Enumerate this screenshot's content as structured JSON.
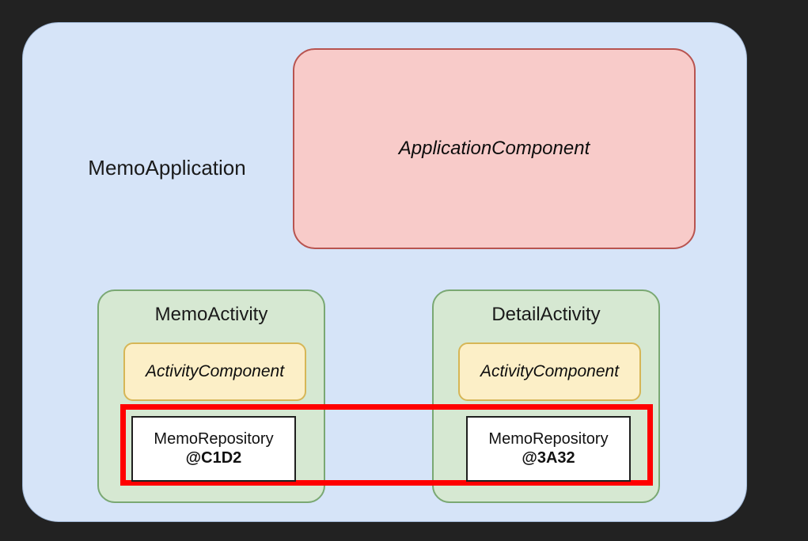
{
  "diagram": {
    "background_color": "#222222",
    "application": {
      "label": "MemoApplication",
      "fill_color": "#d6e4f8",
      "border_color": "#9fb6d4"
    },
    "application_component": {
      "label": "ApplicationComponent",
      "fill_color": "#f8cbc9",
      "border_color": "#b85450"
    },
    "activities": [
      {
        "title": "MemoActivity",
        "fill_color": "#d6e8d2",
        "border_color": "#7aa873",
        "component": {
          "label": "ActivityComponent",
          "fill_color": "#fcefc7",
          "border_color": "#d6b656"
        },
        "repository": {
          "name": "MemoRepository",
          "hash": "@C1D2",
          "fill_color": "#ffffff",
          "border_color": "#1f1f1f"
        }
      },
      {
        "title": "DetailActivity",
        "fill_color": "#d6e8d2",
        "border_color": "#7aa873",
        "component": {
          "label": "ActivityComponent",
          "fill_color": "#fcefc7",
          "border_color": "#d6b656"
        },
        "repository": {
          "name": "MemoRepository",
          "hash": "@3A32",
          "fill_color": "#ffffff",
          "border_color": "#1f1f1f"
        }
      }
    ],
    "highlight": {
      "color": "#ff0000",
      "stroke_width": "7px"
    }
  }
}
